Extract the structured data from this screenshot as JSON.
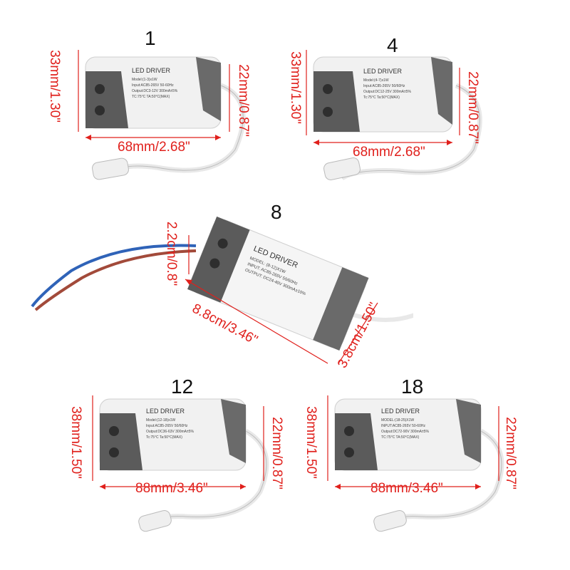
{
  "products": [
    {
      "number": "1",
      "height_label": "33mm/1.30\"",
      "depth_label": "22mm/0.87\"",
      "length_label": "68mm/2.68\"",
      "label_title": "LED DRIVER",
      "label_lines": [
        "Model:(1-3)x1W",
        "Input:AC85-265V 50-60Hz",
        "Output:DC3-12V 300mA±5%",
        "TC:75°C  TA:50°C(MAX)"
      ]
    },
    {
      "number": "4",
      "height_label": "33mm/1.30\"",
      "depth_label": "22mm/0.87\"",
      "length_label": "68mm/2.68\"",
      "label_title": "LED DRIVER",
      "label_lines": [
        "Model:(4-7)x1W",
        "Input:AC85-265V 50/60Hz",
        "Output:DC12-25V 300mA±5%",
        "Tc:75°C  Ta:50°C(MAX)"
      ]
    },
    {
      "number": "8",
      "height_label": "2.2cm/0.8\"",
      "depth_label": "3.8cm/1.50\"",
      "length_label": "8.8cm/3.46\"",
      "label_title": "LED DRIVER",
      "label_lines": [
        "MODEL: (8-12)X1W",
        "INPUT: AC85-265V 50/60Hz",
        "OUTPUT: DC24-40V 300mA±10%"
      ]
    },
    {
      "number": "12",
      "height_label": "38mm/1.50\"",
      "depth_label": "22mm/0.87\"",
      "length_label": "88mm/3.46\"",
      "label_title": "LED DRIVER",
      "label_lines": [
        "Model:(12-18)x1W",
        "Input:AC85-265V 50/60Hz",
        "Output:DC36-63V 300mA±5%",
        "Tc:75°C  Ta:50°C(MAX)"
      ]
    },
    {
      "number": "18",
      "height_label": "38mm/1.50\"",
      "depth_label": "22mm/0.87\"",
      "length_label": "88mm/3.46\"",
      "label_title": "LED DRIVER",
      "label_lines": [
        "MODEL:(18-25)X1W",
        "INPUT:AC85-265V 50-60Hz",
        "Output:DC72-90V 300mA±5%",
        "TC:75°C  TA:50°C(MAX)"
      ]
    }
  ],
  "colors": {
    "dimension": "#e0201c",
    "casing": "#f1f1f1",
    "cap": "#5b5b5b"
  }
}
